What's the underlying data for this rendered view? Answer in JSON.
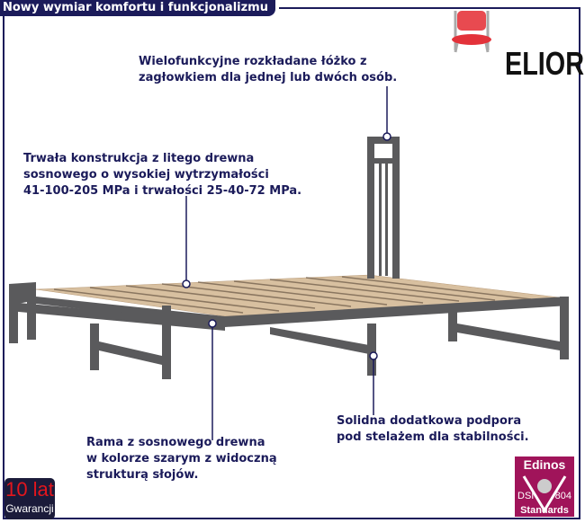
{
  "header": {
    "title": "Nowy wymiar komfortu i funkcjonalizmu"
  },
  "brand": {
    "logo_text": "ELIOR"
  },
  "callouts": [
    {
      "text": "Wielofunkcyjne rozkładane łóżko z\nzagłowkiem dla jednej lub dwóch osób."
    },
    {
      "text": "Trwała konstrukcja z litego drewna\nsosnowego o wysokiej wytrzymałości\n41-100-205 MPa i trwałości 25-40-72 MPa."
    },
    {
      "text": "Rama z sosnowego drewna\nw kolorze szarym z widoczną\nstrukturą słojów."
    },
    {
      "text": "Solidna dodatkowa podpora\npod stelażem dla stabilności."
    }
  ],
  "warranty": {
    "years": "10 lat",
    "label": "Gwarancji"
  },
  "certificate": {
    "name": "Edinos",
    "left": "DSI",
    "right": "804",
    "footer": "Standards"
  },
  "colors": {
    "navy": "#1b1b5a",
    "bed": "#5a5a5c",
    "slats": "#d8c0a0",
    "cert": "#a0145a",
    "warranty": "#e3161d"
  }
}
